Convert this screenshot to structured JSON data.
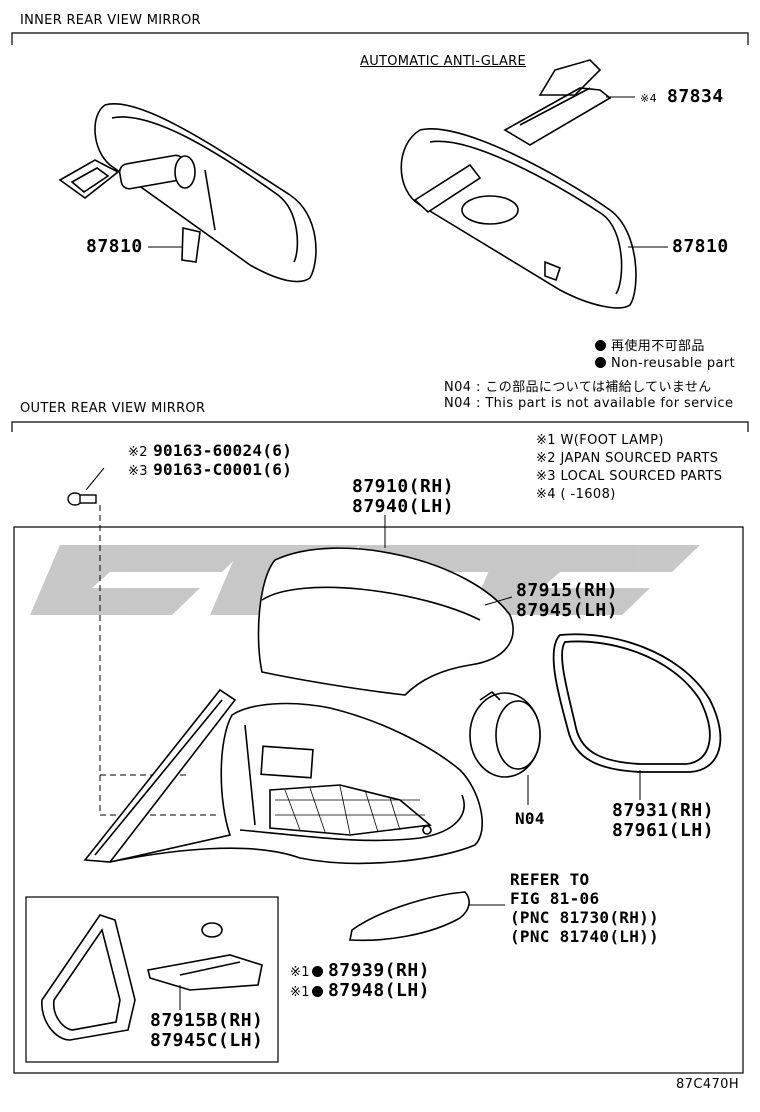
{
  "sections": {
    "inner_title": "INNER REAR VIEW MIRROR",
    "outer_title": "OUTER REAR VIEW MIRROR",
    "auto_anti_glare": "AUTOMATIC ANTI-GLARE"
  },
  "legend": {
    "non_reusable_jp": "再使用不可部品",
    "non_reusable_en": "Non-reusable part",
    "n04_code": "N04 :",
    "n04_jp": "この部品については補給していません",
    "n04_en": "This part is not available for service"
  },
  "notes": {
    "n1": "※1 W(FOOT LAMP)",
    "n2": "※2 JAPAN SOURCED PARTS",
    "n3": "※3 LOCAL SOURCED PARTS",
    "n4": "※4 (      -1608)"
  },
  "parts": {
    "p87834_mark": "※4",
    "p87834": "87834",
    "p87810_left": "87810",
    "p87810_right": "87810",
    "screw_mark_2": "※2",
    "screw_jp": "90163-60024(6)",
    "screw_mark_3": "※3",
    "screw_local": "90163-C0001(6)",
    "p87910": "87910(RH)",
    "p87940": "87940(LH)",
    "p87915": "87915(RH)",
    "p87945": "87945(LH)",
    "p87931": "87931(RH)",
    "p87961": "87961(LH)",
    "n04": "N04",
    "refer_to": "REFER TO",
    "refer_fig": "FIG 81-06",
    "refer_pnc1": "(PNC 81730(RH))",
    "refer_pnc2": "(PNC 81740(LH))",
    "p87939_mark": "※1",
    "p87939": "87939(RH)",
    "p87948_mark": "※1",
    "p87948": "87948(LH)",
    "p87915b": "87915B(RH)",
    "p87945c": "87945C(LH)"
  },
  "figure_code": "87C470H",
  "watermark": "CJC"
}
